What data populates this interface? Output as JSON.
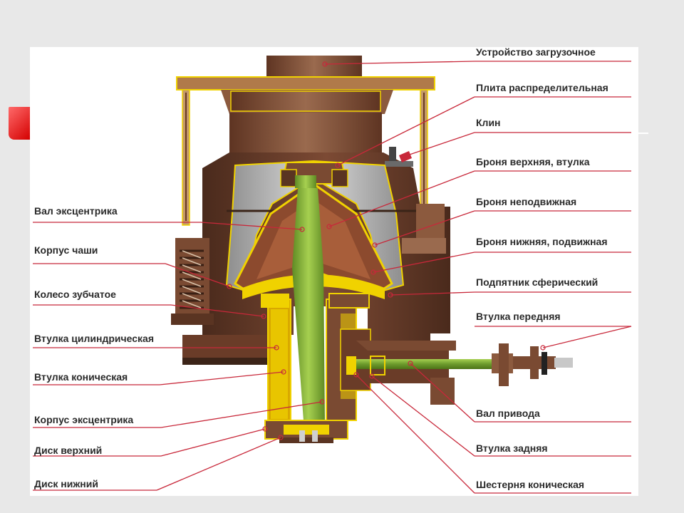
{
  "labels": {
    "right": [
      "Устройство загрузочное",
      "Плита распределительная",
      "Клин",
      "Броня верхняя, втулка",
      "Броня неподвижная",
      "Броня нижняя, подвижная",
      "Подпятник сферический",
      "Втулка передняя",
      "Вал привода",
      "Втулка задняя",
      "Шестерня коническая"
    ],
    "left": [
      "Вал эксцентрика",
      "Корпус чаши",
      "Колесо зубчатое",
      "Втулка цилиндрическая",
      "Втулка коническая",
      "Корпус эксцентрика",
      "Диск верхний",
      "Диск нижний"
    ]
  },
  "colors": {
    "background": "#e8e8e8",
    "panel": "#ffffff",
    "body_brown": "#7a4a32",
    "outline_yellow": "#f0d200",
    "shaft_green": "#8ab83a",
    "armor_gray": "#b8b8b8",
    "leader_red": "#c8283a",
    "accent_red": "#e01010"
  }
}
